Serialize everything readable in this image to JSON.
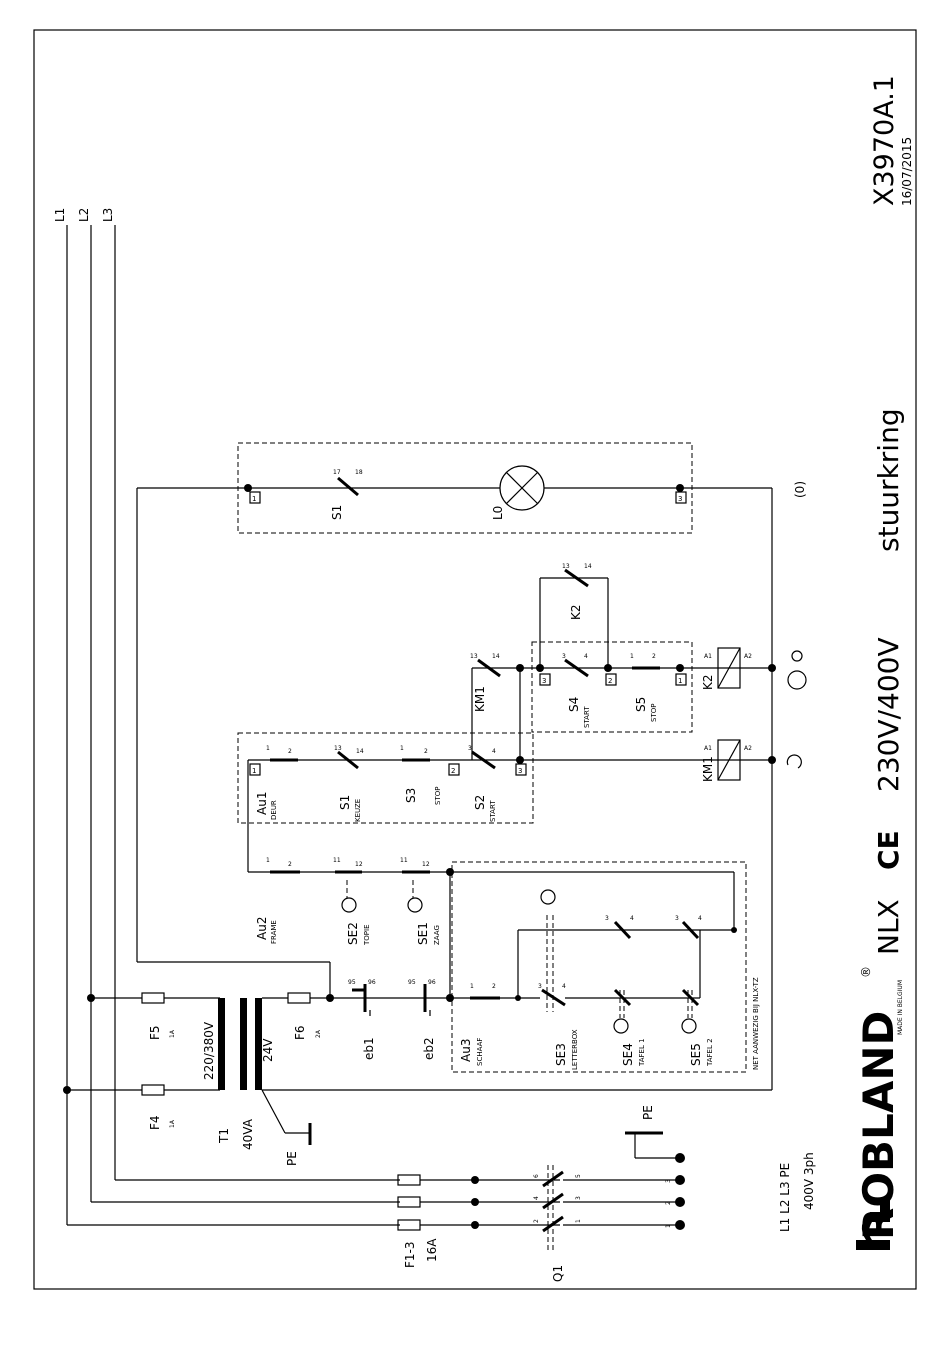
{
  "title_block": {
    "brand": "ROBLAND",
    "brand_sub": "MADE IN BELGIUM",
    "registered": "®",
    "model": "NLX",
    "ce": "CE",
    "voltage": "230V/400V",
    "circuit": "stuurkring",
    "drawing_no": "X3970A.1",
    "date": "16/07/2015"
  },
  "supply": {
    "lines": [
      "L1",
      "L2",
      "L3"
    ],
    "terminal_label": "L1 L2 L3 PE",
    "terminal_spec": "400V  3ph",
    "pe": "PE"
  },
  "components": {
    "F1_3": {
      "name": "F1-3",
      "rating": "16A"
    },
    "F4": {
      "name": "F4",
      "rating": "1A"
    },
    "F5": {
      "name": "F5",
      "rating": "1A"
    },
    "F6": {
      "name": "F6",
      "rating": "2A"
    },
    "T1": {
      "name": "T1",
      "rating": "40VA",
      "primary": "220/380V",
      "secondary": "24V",
      "pe": "PE"
    },
    "Q1": {
      "name": "Q1",
      "pins": [
        "1",
        "2",
        "3",
        "4",
        "5",
        "6"
      ]
    },
    "eb1": {
      "name": "eb1",
      "pins": [
        "95",
        "96"
      ]
    },
    "eb2": {
      "name": "eb2",
      "pins": [
        "95",
        "96"
      ]
    },
    "Au1": {
      "name": "Au1",
      "sub": "DEUR"
    },
    "Au2": {
      "name": "Au2",
      "sub": "FRAME"
    },
    "Au3": {
      "name": "Au3",
      "sub": "SCHAAF"
    },
    "S1": {
      "name": "S1",
      "sub": "KEUZE"
    },
    "S1_lamp": {
      "name": "S1"
    },
    "S2": {
      "name": "S2",
      "sub": "START"
    },
    "S3": {
      "name": "S3",
      "sub": "STOP"
    },
    "S4": {
      "name": "S4",
      "sub": "START"
    },
    "S5": {
      "name": "S5",
      "sub": "STOP"
    },
    "SE1": {
      "name": "SE1",
      "sub": "ZAAG"
    },
    "SE2": {
      "name": "SE2",
      "sub": "TOPIE"
    },
    "SE3": {
      "name": "SE3",
      "sub": "LETTERBOX"
    },
    "SE4": {
      "name": "SE4",
      "sub": "TAFEL 1"
    },
    "SE5": {
      "name": "SE5",
      "sub": "TAFEL 2"
    },
    "KM1": {
      "name": "KM1"
    },
    "K2": {
      "name": "K2"
    },
    "L0": {
      "name": "L0"
    }
  },
  "notes": {
    "optional": "NET AANWEZIG BIJ NLX-TZ",
    "symbol_0": "(0)"
  },
  "pin_labels": {
    "p1": "1",
    "p2": "2",
    "p3": "3",
    "p4": "4",
    "p11": "11",
    "p12": "12",
    "p13": "13",
    "p14": "14",
    "p17": "17",
    "p18": "18",
    "a1": "A1",
    "a2": "A2"
  },
  "terminals": {
    "t1": "1",
    "t2": "2",
    "t3": "3"
  }
}
